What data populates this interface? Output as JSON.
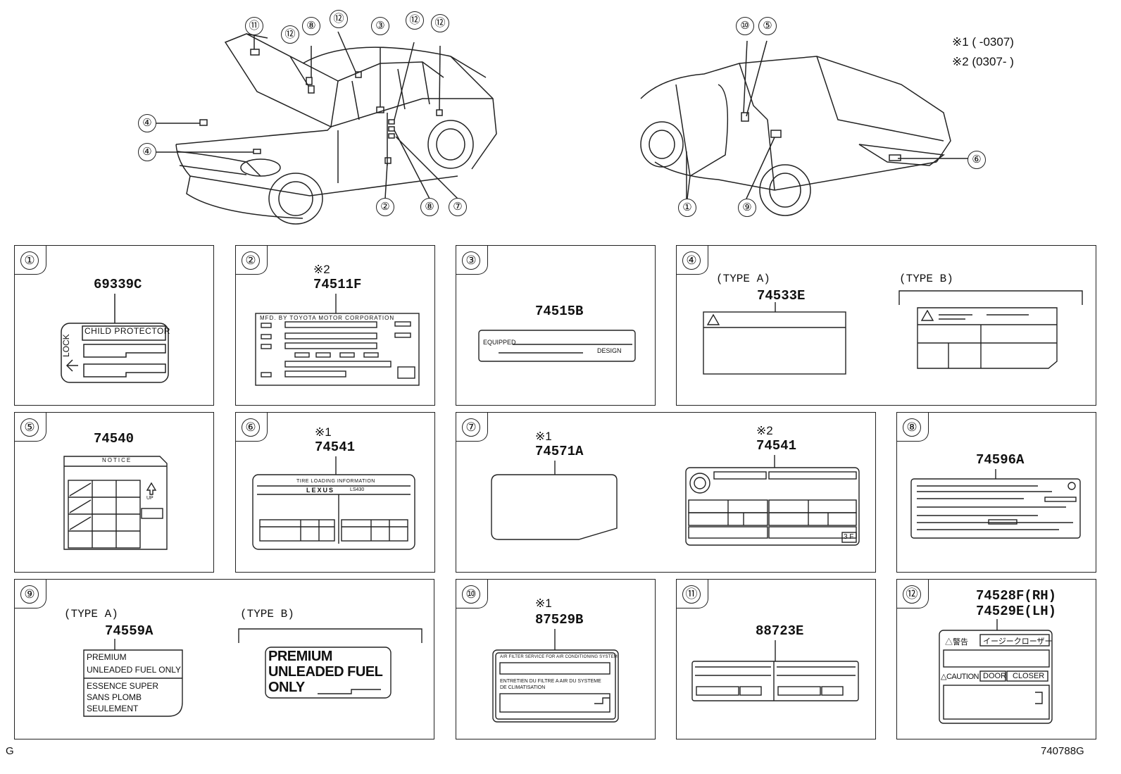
{
  "legend": {
    "line1": "※1 (      -0307)",
    "line2": "※2 (0307-      )"
  },
  "callouts_front": [
    "⑪",
    "⑫",
    "⑧",
    "⑫",
    "③",
    "⑫",
    "⑫",
    "④",
    "④",
    "②",
    "⑧",
    "⑦"
  ],
  "callouts_rear": [
    "⑩",
    "⑤",
    "⑥",
    "①",
    "⑨"
  ],
  "panels": {
    "p1": {
      "num": "①",
      "part": "69339C",
      "child_protector": "CHILD PROTECTOR",
      "lock": "LOCK"
    },
    "p2": {
      "num": "②",
      "note": "※2",
      "part": "74511F",
      "mfd": "MFD. BY TOYOTA MOTOR CORPORATION"
    },
    "p3": {
      "num": "③",
      "part": "74515B",
      "equipped": "EQUIPPED",
      "design": "DESIGN"
    },
    "p4": {
      "num": "④",
      "type_a": "(TYPE A)",
      "part": "74533E",
      "type_b": "(TYPE B)"
    },
    "p5": {
      "num": "⑤",
      "part": "74540",
      "notice": "NOTICE",
      "up": "UP"
    },
    "p6": {
      "num": "⑥",
      "note": "※1",
      "part": "74541",
      "header": "TIRE LOADING INFORMATION",
      "brand": "LEXUS",
      "model": "LS430"
    },
    "p7": {
      "num": "⑦",
      "note_a": "※1",
      "part_a": "74571A",
      "note_b": "※2",
      "part_b": "74541",
      "corner": "3 F"
    },
    "p8": {
      "num": "⑧",
      "part": "74596A"
    },
    "p9": {
      "num": "⑨",
      "type_a": "(TYPE A)",
      "part": "74559A",
      "en1": "PREMIUM",
      "en2": "UNLEADED FUEL ONLY",
      "fr1": "ESSENCE SUPER",
      "fr2": "SANS PLOMB",
      "fr3": "SEULEMENT",
      "type_b": "(TYPE B)",
      "b1": "PREMIUM",
      "b2": "UNLEADED FUEL",
      "b3": "ONLY"
    },
    "p10": {
      "num": "⑩",
      "note": "※1",
      "part": "87529B",
      "en": "AIR FILTER SERVICE FOR AIR CONDITIONING SYSTEM",
      "fr1": "ENTRETIEN DU FILTRE A AIR DU SYSTEME",
      "fr2": "DE CLIMATISATION"
    },
    "p11": {
      "num": "⑪",
      "part": "88723E"
    },
    "p12": {
      "num": "⑫",
      "part_rh": "74528F(RH)",
      "part_lh": "74529E(LH)",
      "warn_jp": "△警告",
      "closer_jp": "イージークローザー",
      "caution": "△CAUTION",
      "door": "DOOR",
      "closer": "CLOSER"
    }
  },
  "footer": {
    "left": "G",
    "right": "740788G"
  }
}
